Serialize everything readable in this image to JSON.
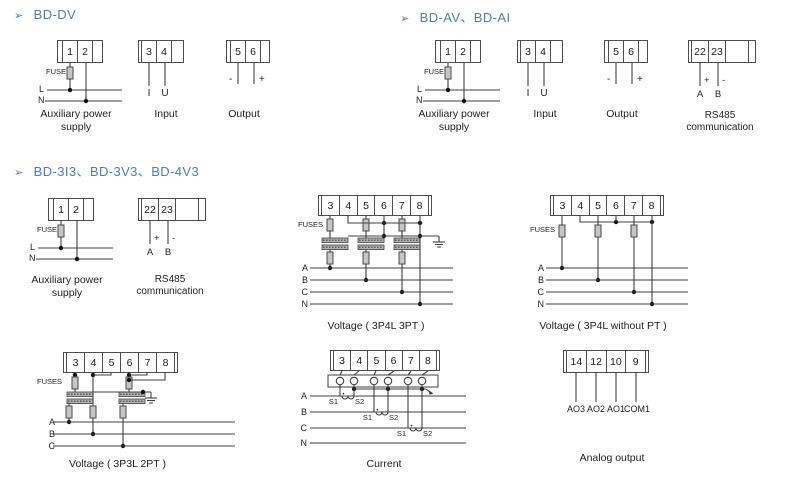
{
  "meta": {
    "accent_color": "#4a7fb5",
    "bullet": "➢"
  },
  "sections": [
    {
      "title": "BD-DV"
    },
    {
      "title": "BD-AV、BD-AI"
    },
    {
      "title": "BD-3I3、BD-3V3、BD-4V3"
    }
  ],
  "terminals": {
    "power": [
      "1",
      "2"
    ],
    "input": [
      "3",
      "4"
    ],
    "output": [
      "5",
      "6"
    ],
    "rs485": [
      "22",
      "23"
    ],
    "six": [
      "3",
      "4",
      "5",
      "6",
      "7",
      "8"
    ],
    "analog": [
      "14",
      "12",
      "10",
      "9"
    ]
  },
  "labels": {
    "fuse": "FUSE",
    "fuses": "FUSES",
    "line": "L",
    "neutral": "N",
    "phase_a": "A",
    "phase_b": "B",
    "phase_c": "C",
    "current_input": "I",
    "voltage_input": "U",
    "plus": "+",
    "minus": "-",
    "rs485_a": "A",
    "rs485_b": "B",
    "ct_s1": "S1",
    "ct_s2": "S2",
    "analog_outputs": [
      "AO3",
      "AO2",
      "AO1",
      "COM1"
    ]
  },
  "captions": {
    "aux_power_line1": "Auxiliary power",
    "aux_power_line2": "supply",
    "input": "Input",
    "output": "Output",
    "rs485_line1": "RS485",
    "rs485_line2": "communication",
    "voltage_3p4l_3pt": "Voltage ( 3P4L 3PT )",
    "voltage_3p4l_without_pt": "Voltage ( 3P4L without PT )",
    "voltage_3p3l_2pt": "Voltage ( 3P3L 2PT )",
    "current": "Current",
    "analog_output": "Analog output"
  }
}
